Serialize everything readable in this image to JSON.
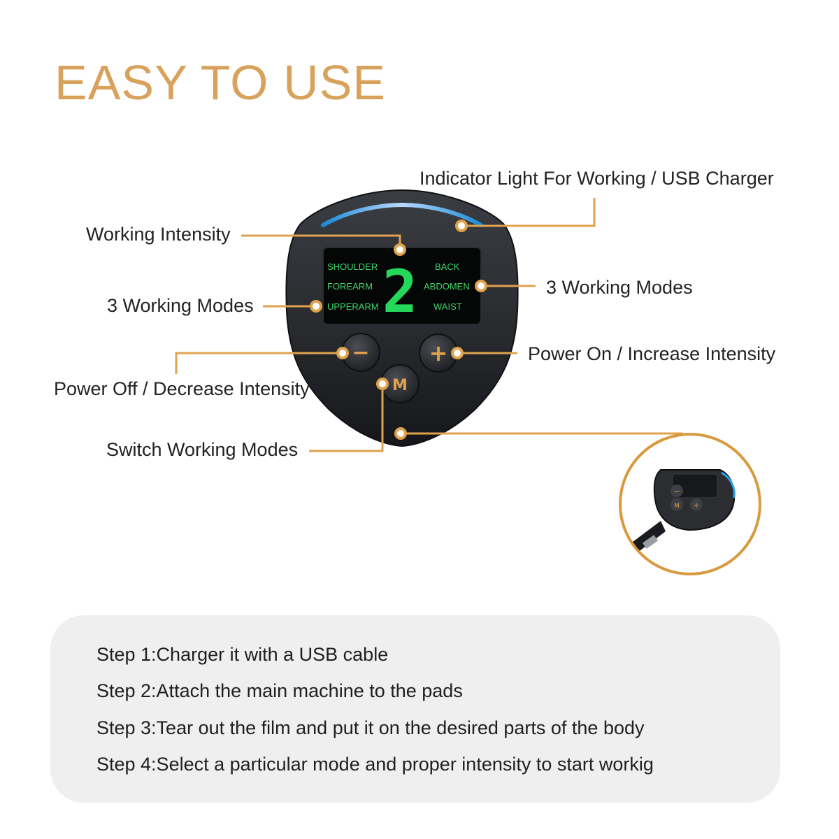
{
  "title": "EASY TO USE",
  "accent_color": "#d9a25c",
  "callouts": {
    "indicator_light": "Indicator Light For Working / USB Charger",
    "working_intensity": "Working Intensity",
    "modes_left": "3 Working Modes",
    "modes_right": "3 Working Modes",
    "power_on": "Power On / Increase Intensity",
    "power_off": "Power Off / Decrease Intensity",
    "switch_modes": "Switch Working Modes"
  },
  "device": {
    "screen": {
      "left_modes": [
        "SHOULDER",
        "FOREARM",
        "UPPERARM"
      ],
      "right_modes": [
        "BACK",
        "ABDOMEN",
        "WAIST"
      ],
      "digit": "2"
    },
    "buttons": {
      "minus": "−",
      "plus": "+",
      "mode": "M"
    },
    "small_buttons": {
      "mode": "M"
    }
  },
  "steps": [
    "Step 1:Charger it with a USB cable",
    "Step 2:Attach the main machine to the pads",
    "Step 3:Tear out the film and put it on  the desired parts of the body",
    "Step 4:Select a particular mode and proper intensity to start workig"
  ]
}
